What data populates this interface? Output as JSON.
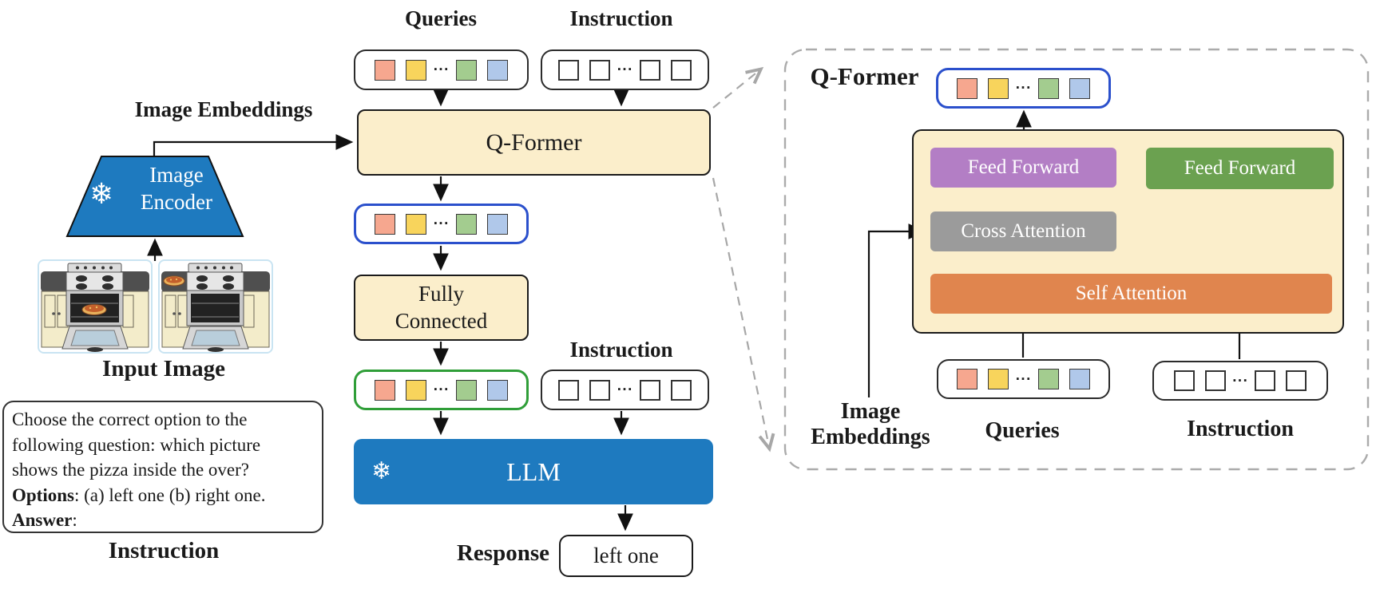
{
  "left": {
    "image_embeddings_label": "Image Embeddings",
    "image_encoder": {
      "line1": "Image",
      "line2": "Encoder"
    },
    "input_image_label": "Input Image",
    "instruction_caption": "Instruction",
    "instruction_box": {
      "lines": [
        "Choose the correct option to the",
        "following question: which picture",
        "shows the pizza inside the over?"
      ],
      "options_label": "Options",
      "options_text": ": (a) left one (b) right one.",
      "answer_label": "Answer",
      "answer_text": ":"
    }
  },
  "middle": {
    "queries_label": "Queries",
    "instruction_label_top": "Instruction",
    "qformer_label": "Q-Former",
    "fully_connected": {
      "line1": "Fully",
      "line2": "Connected"
    },
    "instruction_label_mid": "Instruction",
    "llm_label": "LLM",
    "response_label": "Response",
    "response_value": "left one"
  },
  "right_panel": {
    "qformer_label": "Q-Former",
    "feed_forward_left_label": "Feed Forward",
    "feed_forward_right_label": "Feed Forward",
    "cross_attention_label": "Cross Attention",
    "self_attention_label": "Self Attention",
    "image_embeddings": {
      "line1": "Image",
      "line2": "Embeddings"
    },
    "queries_label": "Queries",
    "instruction_label": "Instruction"
  },
  "tokens": {
    "ellipsis": "···",
    "query_colors": [
      "#f6a78f",
      "#f8d45c",
      "#a3cc8f",
      "#b0c8ea"
    ],
    "instruction_square_color": "#ffffff"
  },
  "icons": {
    "snowflake": "❄"
  },
  "colors": {
    "frozen_module_blue": "#1e7abf",
    "cream_box": "#fbeecb",
    "feed_forward_purple": "#b37ec5",
    "feed_forward_green": "#6ba150",
    "cross_attention_gray": "#9b9b9b",
    "self_attention_orange": "#e0854e",
    "query_output_border_blue": "#2b50cc",
    "projected_output_border_green": "#2f9e38",
    "dashed_panel_gray": "#ababab"
  }
}
